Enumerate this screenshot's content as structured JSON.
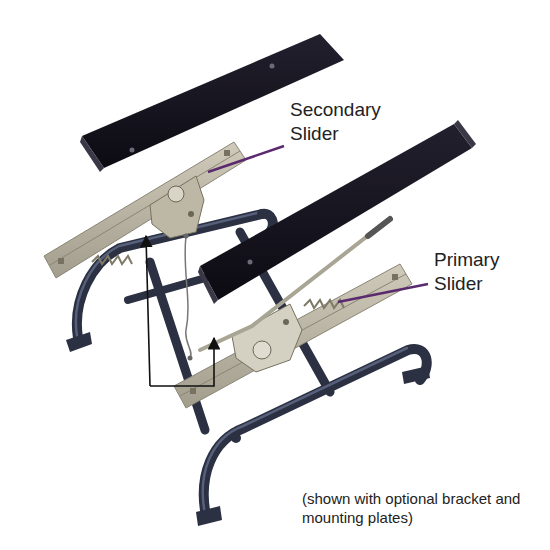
{
  "diagram": {
    "labels": [
      "Secondary Slider",
      "Primary Slider",
      "(shown with optional bracket and mounting plates)"
    ]
  }
}
